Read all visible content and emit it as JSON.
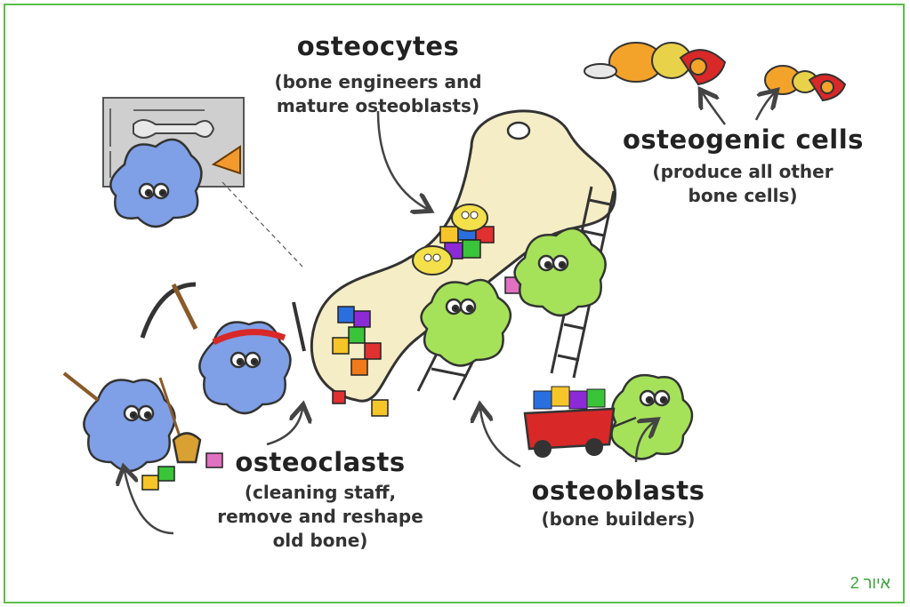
{
  "labels": {
    "osteocytes": {
      "title": "osteocytes",
      "desc_line1": "(bone engineers and",
      "desc_line2": "mature osteoblasts)"
    },
    "osteogenic": {
      "title": "osteogenic cells",
      "desc_line1": "(produce all other",
      "desc_line2": "bone cells)"
    },
    "osteoclasts": {
      "title": "osteoclasts",
      "desc_line1": "(cleaning staff,",
      "desc_line2": "remove and reshape",
      "desc_line3": "old bone)"
    },
    "osteoblasts": {
      "title": "osteoblasts",
      "desc_line1": "(bone builders)"
    }
  },
  "caption": "איור 2",
  "colors": {
    "frame": "#5cbf4a",
    "bone": "#f5edc6",
    "osteoclast_blue": "#7f9fe6",
    "osteoblast_green": "#a5e25a",
    "osteocyte_yellow": "#f4e04a",
    "wagon_red": "#d82828",
    "caption_green": "#3aa23a"
  }
}
